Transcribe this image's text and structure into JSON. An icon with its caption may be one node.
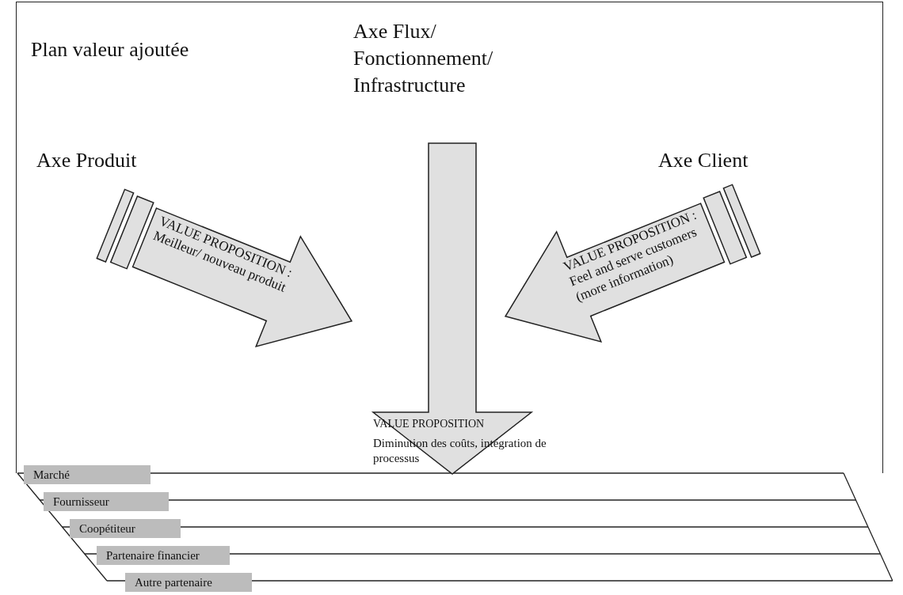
{
  "diagram": {
    "nodes": [
      {
        "text": [
          "Plan valeur ajoutée"
        ]
      },
      {
        "text": [
          "VALUE PROPOSITION : Meilleur/ nouveau produit"
        ],
        "beside": [
          "Axe Produit"
        ],
        "in": 0
      },
      {
        "text": [
          "VALUE PROPOSITION",
          "Diminution des coûts, intégration de processus"
        ],
        "beside": [
          "Axe Flux/ Fonctionnement/ Infrastructure"
        ],
        "in": 0
      },
      {
        "text": [
          "VALUE PROPOSITION : Feel and serve customers (more information)"
        ],
        "beside": [
          "Axe Client"
        ],
        "in": 0
      },
      {
        "text": [
          "Marché"
        ]
      },
      {
        "text": [
          "Fournisseur"
        ]
      },
      {
        "text": [
          "Coopétiteur"
        ]
      },
      {
        "text": [
          "Partenaire financier"
        ]
      },
      {
        "text": [
          "Autre partenaire"
        ]
      }
    ]
  }
}
